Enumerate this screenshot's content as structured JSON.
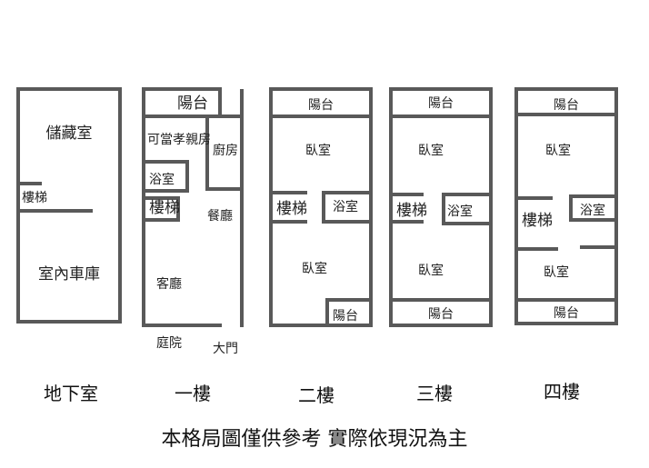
{
  "floors": {
    "basement": {
      "label": "地下室",
      "rooms": {
        "storage": "儲藏室",
        "stairs": "樓梯",
        "garage": "室內車庫"
      }
    },
    "first": {
      "label": "一樓",
      "rooms": {
        "balcony": "陽台",
        "elder_room": "可當孝親房",
        "kitchen": "廚房",
        "bathroom": "浴室",
        "stairs": "樓梯",
        "dining": "餐廳",
        "living": "客廳",
        "courtyard": "庭院",
        "main_door": "大門"
      }
    },
    "second": {
      "label": "二樓",
      "rooms": {
        "balcony_top": "陽台",
        "bedroom_top": "臥室",
        "stairs": "樓梯",
        "bathroom": "浴室",
        "bedroom_bottom": "臥室",
        "balcony_bottom": "陽台"
      }
    },
    "third": {
      "label": "三樓",
      "rooms": {
        "balcony_top": "陽台",
        "bedroom_top": "臥室",
        "stairs": "樓梯",
        "bathroom": "浴室",
        "bedroom_bottom": "臥室",
        "balcony_bottom": "陽台"
      }
    },
    "fourth": {
      "label": "四樓",
      "rooms": {
        "balcony_top": "陽台",
        "bedroom_top": "臥室",
        "stairs": "樓梯",
        "bathroom": "浴室",
        "bedroom_bottom": "臥室",
        "balcony_bottom": "陽台"
      }
    }
  },
  "disclaimer": "本格局圖僅供參考 實際依現況為主"
}
